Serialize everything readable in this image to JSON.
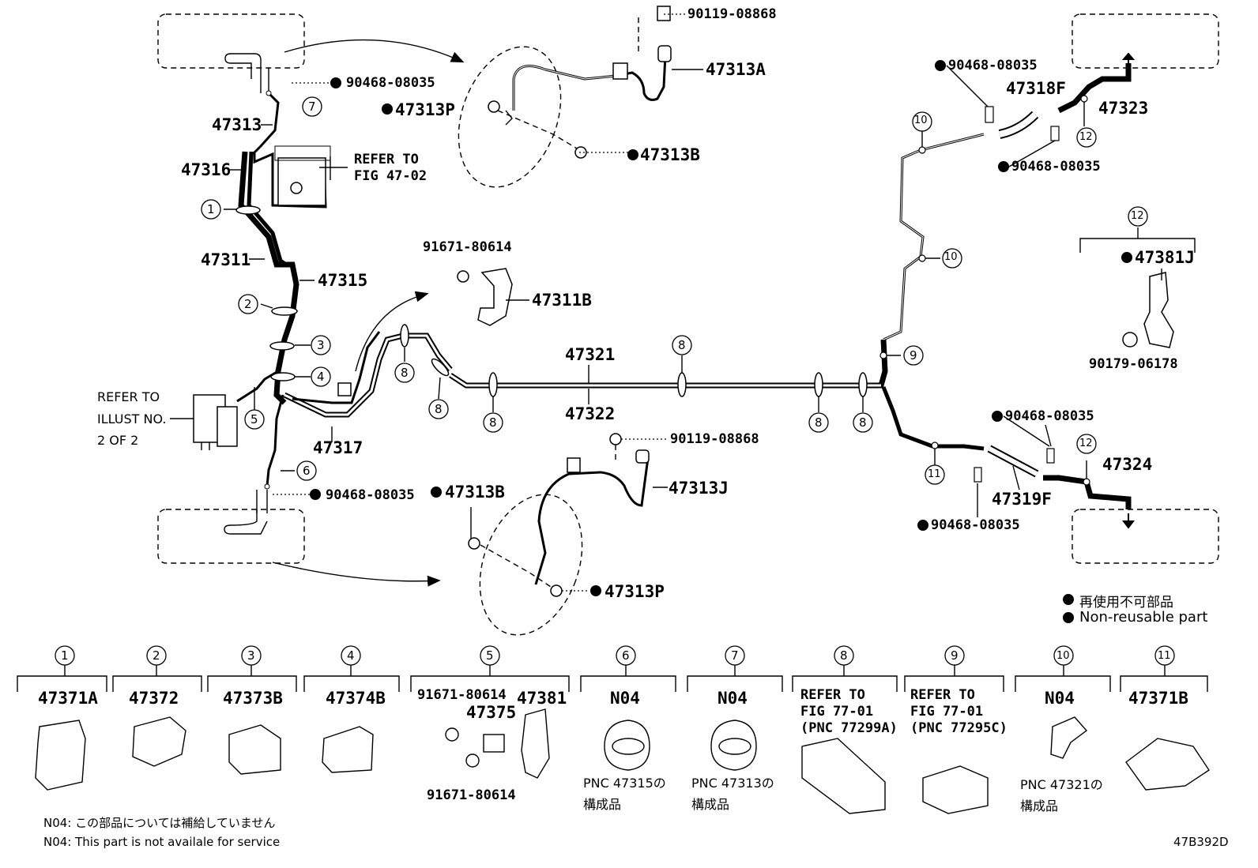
{
  "labels": {
    "p90119_08868_top": "90119-08868",
    "p47313A": "47313A",
    "p90468_08035_a": "90468-08035",
    "p47313P_top": "47313P",
    "p47313B_top": "47313B",
    "p47313": "47313",
    "p47316": "47316",
    "refer_fig_47_02_l1": "REFER TO",
    "refer_fig_47_02_l2": "FIG 47-02",
    "p47311": "47311",
    "p47315": "47315",
    "p91671_80614_mid": "91671-80614",
    "p47311B": "47311B",
    "refer_illust_l1": "REFER TO",
    "refer_illust_l2": "ILLUST NO.",
    "refer_illust_l3": "2 OF 2",
    "p47317": "47317",
    "p47321": "47321",
    "p47322": "47322",
    "p90468_08035_b": "90468-08035",
    "p90119_08868_bot": "90119-08868",
    "p47313J": "47313J",
    "p47313B_bot": "47313B",
    "p47313P_bot": "47313P",
    "p90468_08035_c": "90468-08035",
    "p47318F": "47318F",
    "p47323": "47323",
    "p90468_08035_d": "90468-08035",
    "p47381J": "47381J",
    "p90179_06178": "90179-06178",
    "p90468_08035_e": "90468-08035",
    "p47324": "47324",
    "p47319F": "47319F",
    "p90468_08035_f": "90468-08035"
  },
  "legend": {
    "jp": "再使用不可部品",
    "en": "Non-reusable part"
  },
  "callouts": {
    "c1": "1",
    "c2": "2",
    "c3": "3",
    "c4": "4",
    "c5": "5",
    "c6": "6",
    "c7": "7",
    "c8a": "8",
    "c8b": "8",
    "c8c": "8",
    "c8d": "8",
    "c8e": "8",
    "c8f": "8",
    "c9": "9",
    "c10a": "10",
    "c10b": "10",
    "c11": "11",
    "c12a": "12",
    "c12b": "12",
    "c12c": "12"
  },
  "parts_table": [
    {
      "num": "1",
      "part": "47371A"
    },
    {
      "num": "2",
      "part": "47372"
    },
    {
      "num": "3",
      "part": "47373B"
    },
    {
      "num": "4",
      "part": "47374B"
    },
    {
      "num": "5",
      "part": "47381",
      "sub1": "91671-80614",
      "sub2": "47375",
      "sub3": "91671-80614"
    },
    {
      "num": "6",
      "part": "N04",
      "note1": "PNC 47315の",
      "note2": "構成品"
    },
    {
      "num": "7",
      "part": "N04",
      "note1": "PNC 47313の",
      "note2": "構成品"
    },
    {
      "num": "8",
      "part": "REFER TO",
      "line2": "FIG 77-01",
      "line3": "(PNC 77299A)"
    },
    {
      "num": "9",
      "part": "REFER TO",
      "line2": "FIG 77-01",
      "line3": "(PNC 77295C)"
    },
    {
      "num": "10",
      "part": "N04",
      "note1": "PNC 47321の",
      "note2": "構成品"
    },
    {
      "num": "11",
      "part": "47371B"
    }
  ],
  "footer": {
    "note_jp": "N04: この部品については補給していません",
    "note_en": "N04: This part is not availale for service",
    "fig_id": "47B392D"
  }
}
